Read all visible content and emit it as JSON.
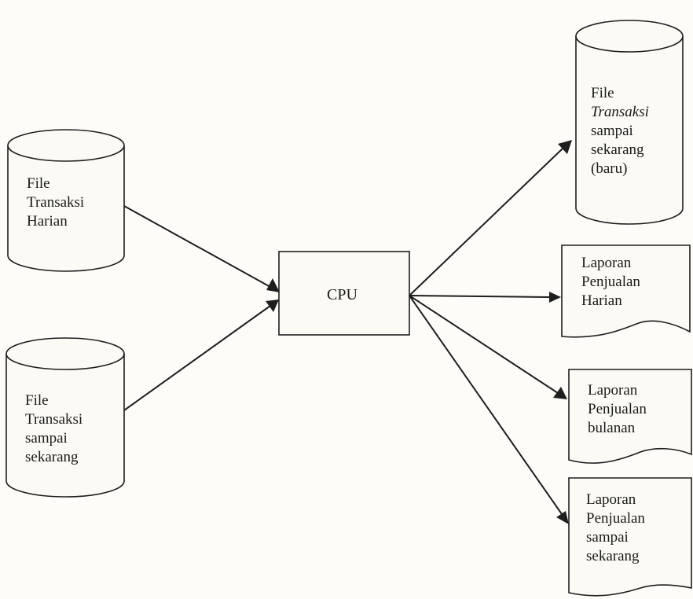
{
  "nodes": {
    "file_transaksi_harian": {
      "lines": [
        "File",
        "Transaksi",
        "Harian"
      ]
    },
    "file_transaksi_sampai_sekarang": {
      "lines": [
        "File",
        "Transaksi",
        "sampai",
        "sekarang"
      ]
    },
    "cpu": {
      "label": "CPU"
    },
    "file_transaksi_baru": {
      "line1": "File",
      "line2": "Transaksi",
      "line3": "sampai",
      "line4": "sekarang",
      "line5": "(baru)"
    },
    "laporan_harian": {
      "lines": [
        "Laporan",
        "Penjualan",
        "Harian"
      ]
    },
    "laporan_bulanan": {
      "lines": [
        "Laporan",
        "Penjualan",
        "bulanan"
      ]
    },
    "laporan_sampai_sekarang": {
      "lines": [
        "Laporan",
        "Penjualan",
        "sampai",
        "sekarang"
      ]
    }
  },
  "edges": [
    {
      "from": "file_transaksi_harian",
      "to": "cpu"
    },
    {
      "from": "file_transaksi_sampai_sekarang",
      "to": "cpu"
    },
    {
      "from": "cpu",
      "to": "file_transaksi_baru"
    },
    {
      "from": "cpu",
      "to": "laporan_harian"
    },
    {
      "from": "cpu",
      "to": "laporan_bulanan"
    },
    {
      "from": "cpu",
      "to": "laporan_sampai_sekarang"
    }
  ]
}
